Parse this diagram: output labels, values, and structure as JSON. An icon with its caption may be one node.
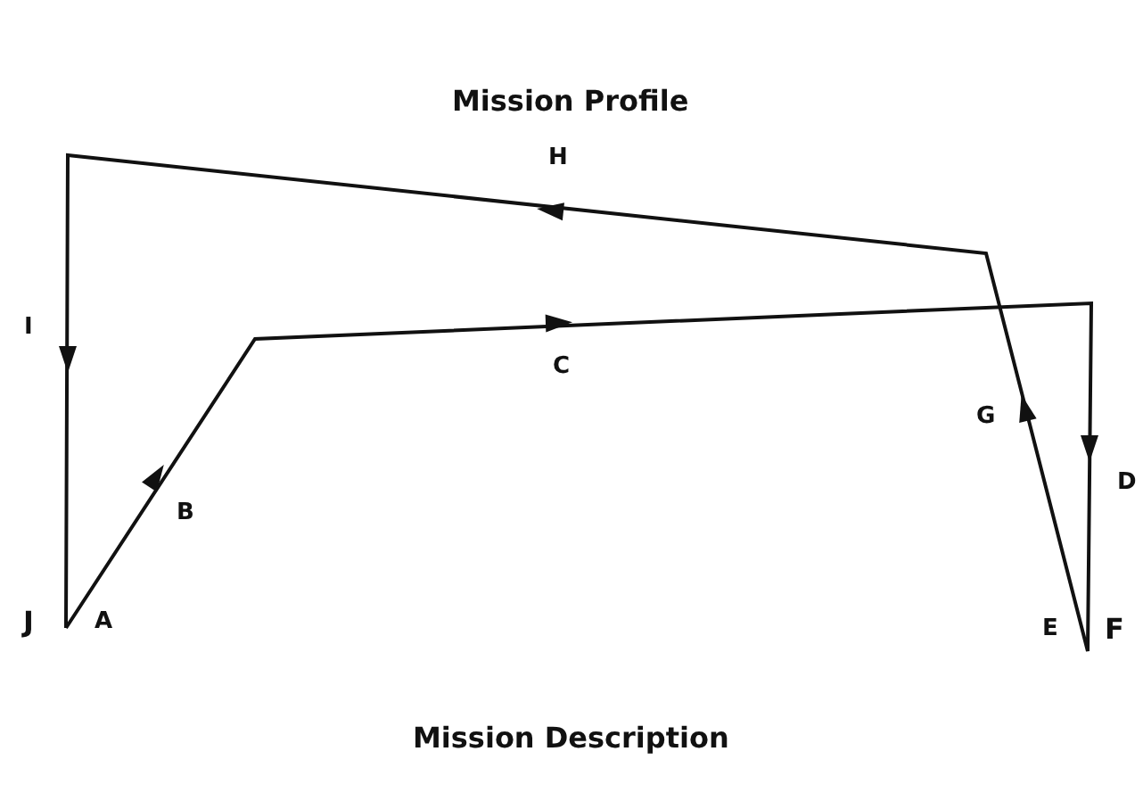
{
  "diagram": {
    "title": "Mission Profile",
    "caption": "Mission Description",
    "labels": [
      "H",
      "I",
      "C",
      "G",
      "B",
      "D",
      "J",
      "A",
      "E",
      "F"
    ]
  }
}
